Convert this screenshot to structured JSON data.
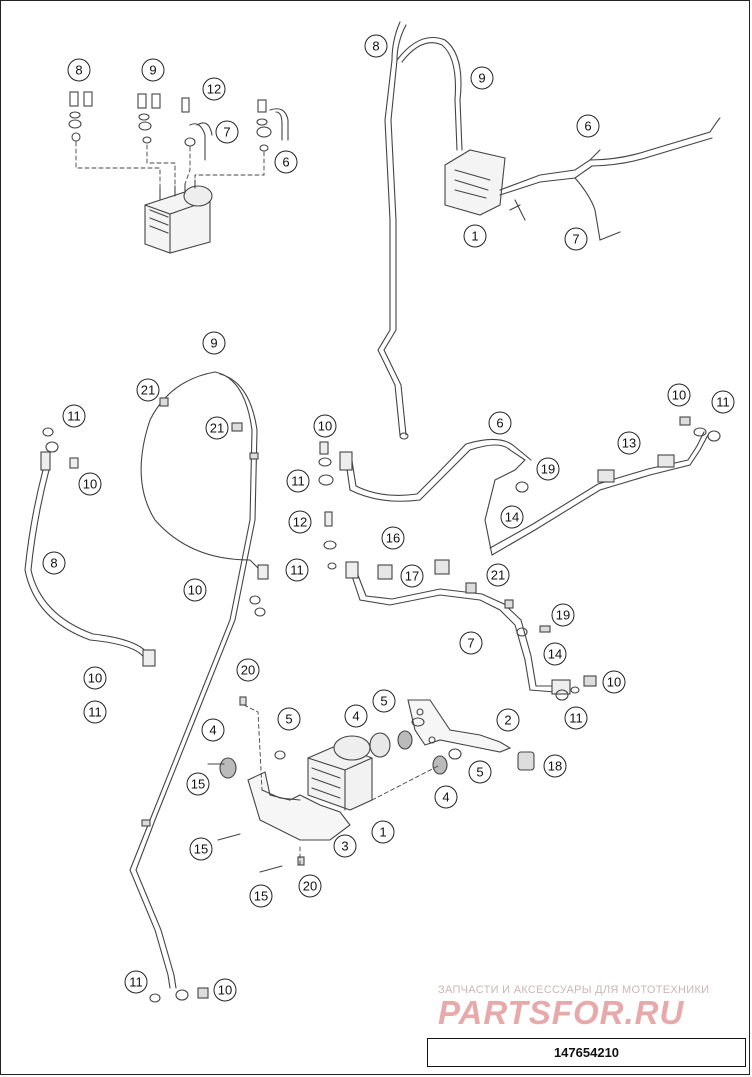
{
  "diagram": {
    "part_number": "147654210",
    "watermark": {
      "tagline": "ЗАПЧАСТИ И АКСЕССУАРЫ ДЛЯ МОТОТЕХНИКИ",
      "logo": "PARTSFOR.RU"
    },
    "callouts": [
      {
        "id": "c1",
        "label": "8"
      },
      {
        "id": "c2",
        "label": "9"
      },
      {
        "id": "c3",
        "label": "12"
      },
      {
        "id": "c4",
        "label": "7"
      },
      {
        "id": "c5",
        "label": "6"
      },
      {
        "id": "c6",
        "label": "8"
      },
      {
        "id": "c7",
        "label": "9"
      },
      {
        "id": "c8",
        "label": "6"
      },
      {
        "id": "c9",
        "label": "1"
      },
      {
        "id": "c10",
        "label": "7"
      },
      {
        "id": "c11",
        "label": "9"
      },
      {
        "id": "c12",
        "label": "21"
      },
      {
        "id": "c13",
        "label": "21"
      },
      {
        "id": "c14",
        "label": "11"
      },
      {
        "id": "c15",
        "label": "10"
      },
      {
        "id": "c16",
        "label": "8"
      },
      {
        "id": "c17",
        "label": "10"
      },
      {
        "id": "c18",
        "label": "11"
      },
      {
        "id": "c19",
        "label": "10"
      },
      {
        "id": "c20",
        "label": "11"
      },
      {
        "id": "c21",
        "label": "6"
      },
      {
        "id": "c22",
        "label": "12"
      },
      {
        "id": "c23",
        "label": "11"
      },
      {
        "id": "c24",
        "label": "10"
      },
      {
        "id": "c25",
        "label": "16"
      },
      {
        "id": "c26",
        "label": "17"
      },
      {
        "id": "c27",
        "label": "19"
      },
      {
        "id": "c28",
        "label": "14"
      },
      {
        "id": "c29",
        "label": "13"
      },
      {
        "id": "c30",
        "label": "10"
      },
      {
        "id": "c31",
        "label": "11"
      },
      {
        "id": "c32",
        "label": "21"
      },
      {
        "id": "c33",
        "label": "7"
      },
      {
        "id": "c34",
        "label": "19"
      },
      {
        "id": "c35",
        "label": "14"
      },
      {
        "id": "c36",
        "label": "10"
      },
      {
        "id": "c37",
        "label": "11"
      },
      {
        "id": "c38",
        "label": "20"
      },
      {
        "id": "c39",
        "label": "4"
      },
      {
        "id": "c40",
        "label": "15"
      },
      {
        "id": "c41",
        "label": "5"
      },
      {
        "id": "c42",
        "label": "4"
      },
      {
        "id": "c43",
        "label": "5"
      },
      {
        "id": "c44",
        "label": "2"
      },
      {
        "id": "c45",
        "label": "18"
      },
      {
        "id": "c46",
        "label": "5"
      },
      {
        "id": "c47",
        "label": "4"
      },
      {
        "id": "c48",
        "label": "1"
      },
      {
        "id": "c49",
        "label": "3"
      },
      {
        "id": "c50",
        "label": "15"
      },
      {
        "id": "c51",
        "label": "15"
      },
      {
        "id": "c52",
        "label": "20"
      },
      {
        "id": "c53",
        "label": "11"
      },
      {
        "id": "c54",
        "label": "10"
      }
    ]
  }
}
